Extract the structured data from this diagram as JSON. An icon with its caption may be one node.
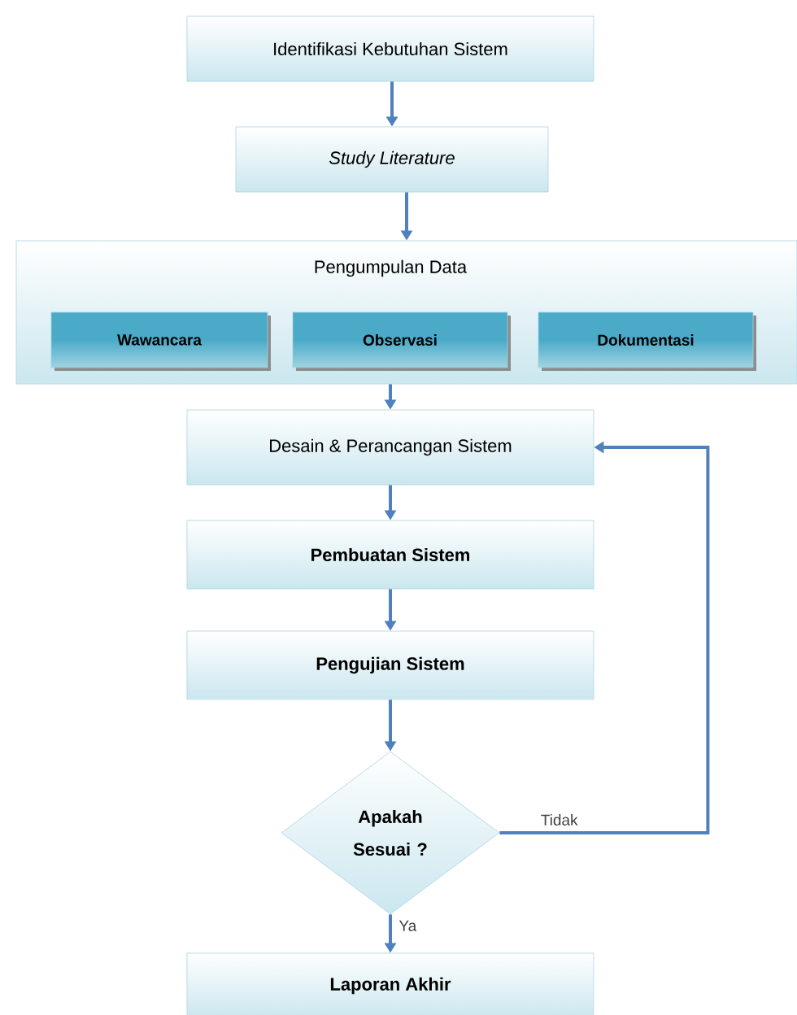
{
  "diagram": {
    "nodes": [
      {
        "text": [
          "Identifikasi Kebutuhan Sistem"
        ]
      },
      {
        "text": [
          "Study Literature"
        ]
      },
      {
        "text": [
          "Pengumpulan Data"
        ]
      },
      {
        "text": [
          "Wawancara"
        ],
        "in": 2
      },
      {
        "text": [
          "Observasi"
        ],
        "in": 2
      },
      {
        "text": [
          "Dokumentasi"
        ],
        "in": 2
      },
      {
        "text": [
          "Desain & Perancangan Sistem"
        ]
      },
      {
        "text": [
          "Pembuatan Sistem"
        ]
      },
      {
        "text": [
          "Pengujian Sistem"
        ]
      },
      {
        "text": [
          "Apakah Sesuai ?"
        ]
      },
      {
        "text": [
          "Laporan Akhir"
        ]
      }
    ],
    "edges": [
      {
        "from": 0,
        "to": 1,
        "arrow": "to"
      },
      {
        "from": 1,
        "to": 2,
        "arrow": "to"
      },
      {
        "from": 2,
        "to": 6,
        "arrow": "to"
      },
      {
        "from": 6,
        "to": 7,
        "arrow": "to"
      },
      {
        "from": 7,
        "to": 8,
        "arrow": "to"
      },
      {
        "from": 8,
        "to": 9,
        "arrow": "to"
      },
      {
        "from": 9,
        "to": 6,
        "arrow": "to",
        "label": "Tidak"
      },
      {
        "from": 9,
        "to": 10,
        "arrow": "to",
        "label": "Ya"
      }
    ]
  }
}
